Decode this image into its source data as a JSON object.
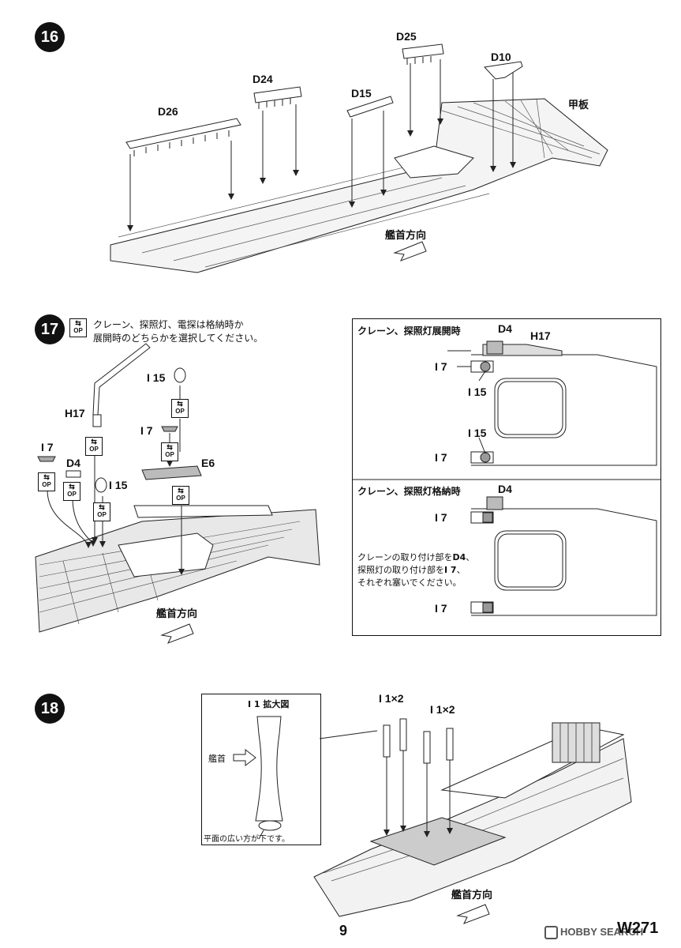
{
  "step16": {
    "number": "16",
    "parts": [
      "D26",
      "D24",
      "D15",
      "D25",
      "D10"
    ],
    "deck_label": "甲板",
    "direction": "艦首方向"
  },
  "step17": {
    "number": "17",
    "op_icon_text": "OP",
    "instruction_line1": "クレーン、探照灯、電探は格納時か",
    "instruction_line2": "展開時のどちらかを選択してください。",
    "parts": {
      "h17": "H17",
      "i7": "I 7",
      "d4": "D4",
      "i15": "I 15",
      "i15_top": "I 15",
      "i7_mid": "I 7",
      "e6": "E6"
    },
    "direction": "艦首方向",
    "panel": {
      "deployed_title": "クレーン、探照灯展開時",
      "deployed_d4": "D4",
      "deployed_h17": "H17",
      "deployed_i7a": "I 7",
      "deployed_i15a": "I 15",
      "deployed_i15b": "I 15",
      "deployed_i7b": "I 7",
      "stowed_title": "クレーン、探照灯格納時",
      "stowed_d4": "D4",
      "stowed_i7a": "I 7",
      "note_line1_a": "クレーンの取り付け部を",
      "note_line1_b": "D4",
      "note_line1_c": "、",
      "note_line2_a": "探照灯の取り付け部を",
      "note_line2_b": "I 7",
      "note_line2_c": "、",
      "note_line3": "それぞれ塞いでください。",
      "stowed_i7b": "I 7"
    }
  },
  "step18": {
    "number": "18",
    "zoom_title": "I 1 拡大図",
    "bow_label": "艦首",
    "flat_note": "平面の広い方が下です。",
    "part_a": "I 1×2",
    "part_b": "I 1×2",
    "direction": "艦首方向"
  },
  "footer": {
    "page_number": "9",
    "watermark": "HOBBY SEARCH",
    "code": "W271"
  }
}
